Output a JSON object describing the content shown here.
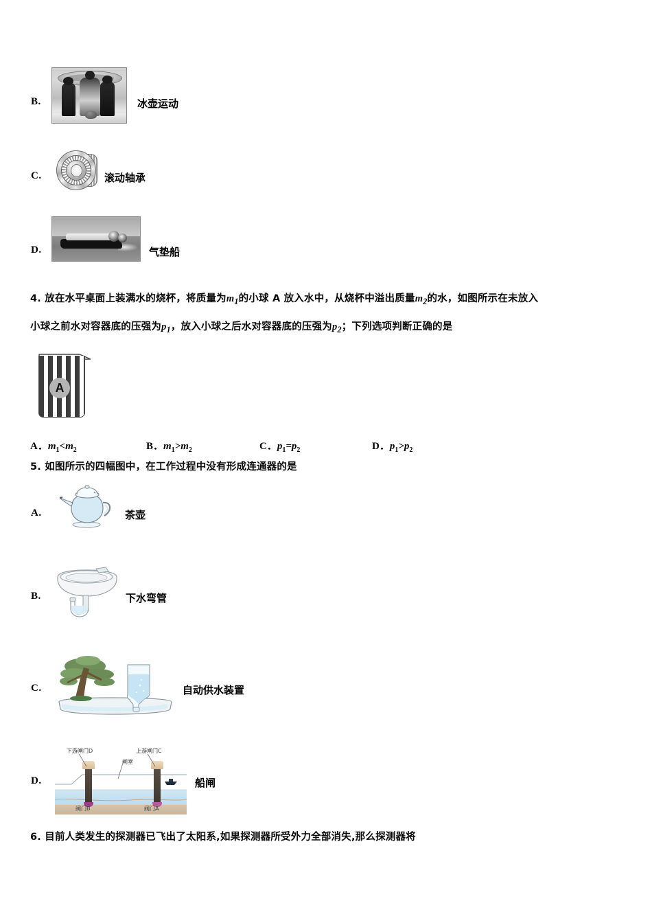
{
  "document": {
    "page_type": "physics-exam-paper",
    "language": "zh-CN"
  },
  "question3_options": [
    {
      "letter": "B.",
      "label": "冰壶运动",
      "image": "curling-photo"
    },
    {
      "letter": "C.",
      "label": "滚动轴承",
      "image": "rolling-bearing-drawing"
    },
    {
      "letter": "D.",
      "label": "气垫船",
      "image": "hovercraft-photo"
    }
  ],
  "question4": {
    "number": "4.",
    "line1": "放在水平桌面上装满水的烧杯，将质量为",
    "line1_var1": "m",
    "line1_var1_sub": "1",
    "line1_b": "的小球 A 放入水中，从烧杯中溢出质量",
    "line1_var2": "m",
    "line1_var2_sub": "2",
    "line1_c": "的水，如图所示在未放入",
    "line2_a": "小球之前水对容器底的压强为",
    "line2_var1": "p",
    "line2_var1_sub": "1",
    "line2_b": "，放入小球之后水对容器底的压强为",
    "line2_var2": "p",
    "line2_var2_sub": "2",
    "line2_c": "；下列选项判断正确的是",
    "figure": {
      "name": "beaker-with-ball",
      "ball_label": "A"
    },
    "options": [
      {
        "letter": "A．",
        "left": "m",
        "left_sub": "1",
        "op": "<",
        "right": "m",
        "right_sub": "2"
      },
      {
        "letter": "B．",
        "left": "m",
        "left_sub": "1",
        "op": ">",
        "right": "m",
        "right_sub": "2"
      },
      {
        "letter": "C．",
        "left": "p",
        "left_sub": "1",
        "op": "=",
        "right": "p",
        "right_sub": "2"
      },
      {
        "letter": "D．",
        "left": "p",
        "left_sub": "1",
        "op": ">",
        "right": "p",
        "right_sub": "2"
      }
    ]
  },
  "question5": {
    "number": "5.",
    "stem": "如图所示的四幅图中，在工作过程中没有形成连通器的是",
    "options": [
      {
        "letter": "A.",
        "label": "茶壶",
        "image": "teapot-drawing"
      },
      {
        "letter": "B.",
        "label": "下水弯管",
        "image": "sink-u-trap-drawing"
      },
      {
        "letter": "C.",
        "label": "自动供水装置",
        "image": "bonsai-auto-watering-drawing"
      },
      {
        "letter": "D.",
        "label": "船闸",
        "image": "ship-lock-diagram"
      }
    ],
    "ship_lock_labels": {
      "downstream_gate": "下游闸门D",
      "upstream_gate": "上游闸门C",
      "chamber": "闸室",
      "valve_b": "阀门B",
      "valve_a": "阀门A"
    }
  },
  "question6": {
    "number": "6.",
    "stem": "目前人类发生的探测器已飞出了太阳系,如果探测器所受外力全部消失,那么探测器将"
  },
  "colors": {
    "text": "#000000",
    "water_blue": "#bcdcee",
    "teapot_fill": "#d6eaf6",
    "lock_ground": "#d8c6ad",
    "ball_gray": "#b4b4b4"
  }
}
